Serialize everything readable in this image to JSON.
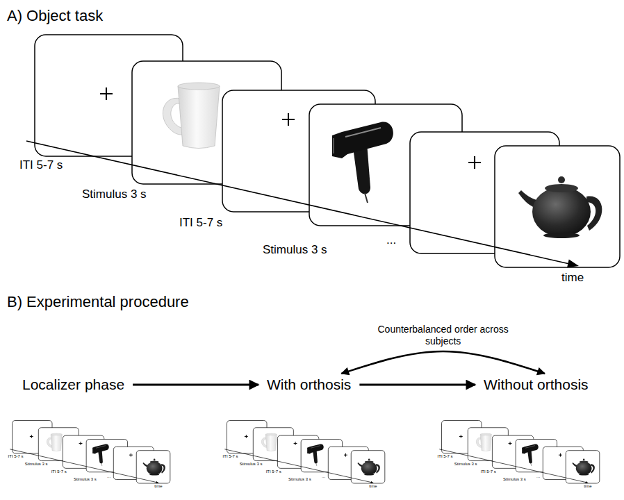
{
  "diagram": {
    "nodes": [
      {
        "text": [
          "Localizer phase"
        ]
      },
      {
        "text": [
          "With orthosis"
        ]
      },
      {
        "text": [
          "Without orthosis"
        ]
      }
    ],
    "edges": [
      {
        "from": 0,
        "to": 1,
        "arrow": "to"
      },
      {
        "from": 1,
        "to": 2,
        "arrow": "to"
      },
      {
        "from": 1,
        "to": 2,
        "label": "Counterbalanced order across subjects",
        "arrow": "both"
      }
    ],
    "labels": [
      "A) Object task",
      "ITI 5-7 s",
      "Stimulus 3 s",
      "ITI 5-7 s",
      "Stimulus 3 s",
      "...",
      "time",
      "B) Experimental procedure",
      "ITI 5-7 s",
      "Stimulus 3 s",
      "ITI 5-7 s",
      "Stimulus 3 s",
      "...",
      "time",
      "ITI 5-7 s",
      "Stimulus 3 s",
      "ITI 5-7 s",
      "Stimulus 3 s",
      "...",
      "time",
      "ITI 5-7 s",
      "Stimulus 3 s",
      "ITI 5-7 s",
      "Stimulus 3 s",
      "...",
      "time"
    ]
  }
}
